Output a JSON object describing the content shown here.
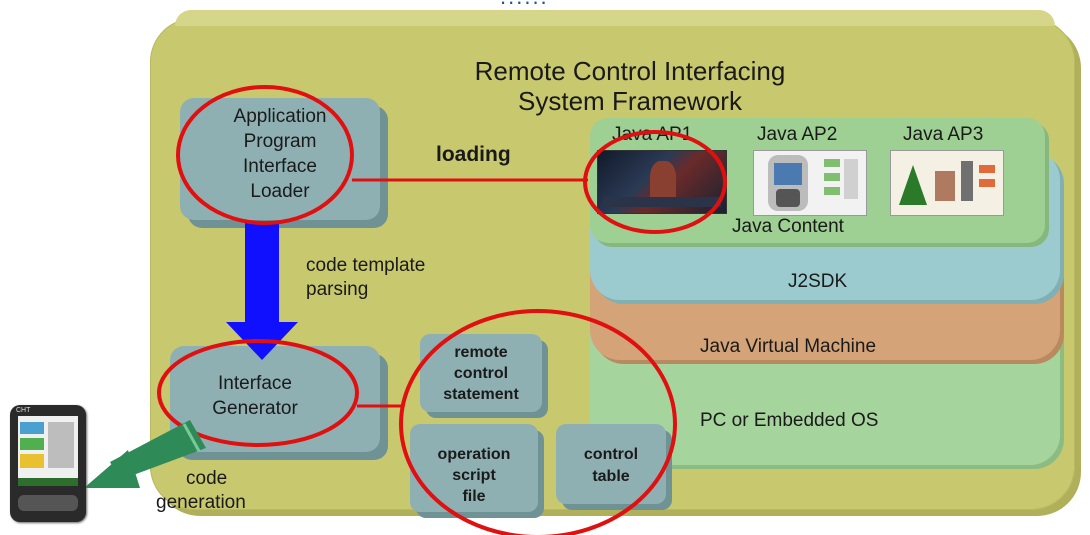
{
  "title_top": "......",
  "framework": {
    "title_line1": "Remote Control Interfacing",
    "title_line2": "System Framework"
  },
  "loader": {
    "line1": "Application",
    "line2": "Program",
    "line3": "Interface",
    "line4": "Loader"
  },
  "generator": {
    "line1": "Interface",
    "line2": "Generator"
  },
  "labels": {
    "loading": "loading",
    "code_template_line1": "code template",
    "code_template_line2": "parsing",
    "code_generation_line1": "code",
    "code_generation_line2": "generation"
  },
  "java_apps": [
    "Java AP1",
    "Java AP2",
    "Java AP3"
  ],
  "layers": {
    "content": "Java Content",
    "j2sdk": "J2SDK",
    "jvm": "Java Virtual Machine",
    "os": "PC or Embedded OS"
  },
  "output_boxes": {
    "remote": [
      "remote",
      "control",
      "statement"
    ],
    "script": [
      "operation",
      "script",
      "file"
    ],
    "table": [
      "control",
      "table"
    ]
  },
  "colors": {
    "framework_bg": "#c8c86e",
    "box_gray": "#8fb0b3",
    "content_green": "#9ecf93",
    "j2sdk_blue": "#9ccbcf",
    "jvm_orange": "#d4a377",
    "os_green": "#a6d49d",
    "highlight_red": "#e01010",
    "arrow_blue": "#1010ff",
    "arrow_green": "#2e8b57"
  },
  "phone": {
    "brand": "CHT"
  }
}
